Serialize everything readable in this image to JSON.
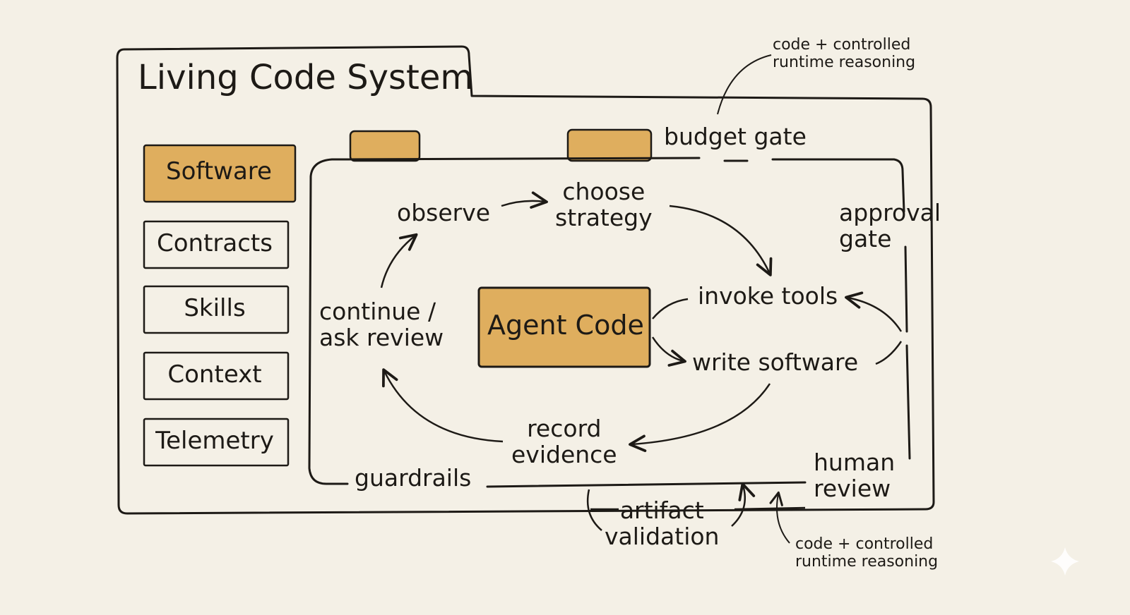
{
  "diagram": {
    "title": "Living Code System",
    "sidebar": {
      "items": [
        {
          "label": "Software",
          "highlighted": true
        },
        {
          "label": "Contracts",
          "highlighted": false
        },
        {
          "label": "Skills",
          "highlighted": false
        },
        {
          "label": "Context",
          "highlighted": false
        },
        {
          "label": "Telemetry",
          "highlighted": false
        }
      ]
    },
    "center": {
      "label": "Agent Code"
    },
    "loop": {
      "observe": "observe",
      "choose_strategy": "choose\nstrategy",
      "invoke_tools": "invoke tools",
      "write_software": "write software",
      "record_evidence": "record\nevidence",
      "continue_review": "continue /\nask review"
    },
    "gates": {
      "budget_gate": "budget gate",
      "approval_gate": "approval\ngate",
      "guardrails": "guardrails",
      "human_review": "human\nreview",
      "artifact_validation": "artifact\nvalidation"
    },
    "notes": {
      "top": "code + controlled\nruntime reasoning",
      "bottom": "code + controlled\nruntime reasoning"
    },
    "colors": {
      "highlight_fill": "#dfae5e",
      "ink": "#1d1a16",
      "background": "#f4f0e6"
    }
  }
}
